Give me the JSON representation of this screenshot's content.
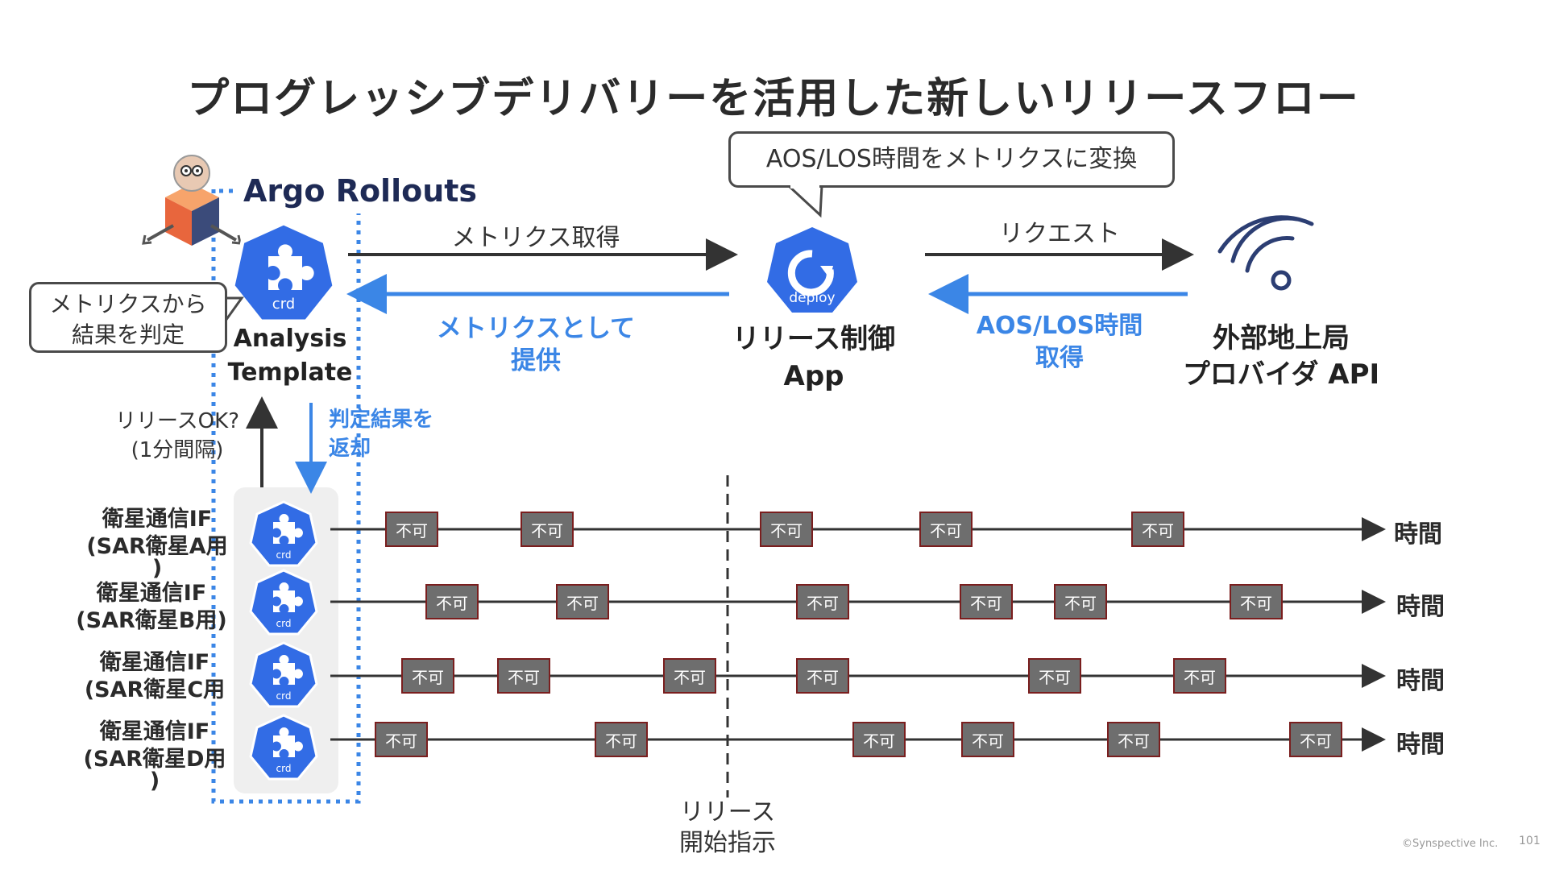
{
  "title": "プログレッシブデリバリーを活用した新しいリリースフロー",
  "argo_label": "Argo Rollouts",
  "speech_top": "AOS/LOS時間をメトリクスに変換",
  "speech_left": [
    "メトリクスから",
    "結果を判定"
  ],
  "analysis": [
    "Analysis",
    "Template"
  ],
  "crd_label": "crd",
  "deploy_label": "deploy",
  "arrow_metrics_get": "メトリクス取得",
  "arrow_metrics_provide": [
    "メトリクスとして",
    "提供"
  ],
  "release_app": [
    "リリース制御",
    "App"
  ],
  "arrow_request": "リクエスト",
  "arrow_aos": [
    "AOS/LOS時間",
    "取得"
  ],
  "provider": [
    "外部地上局",
    "プロバイダ API"
  ],
  "release_ok": [
    "リリースOK?",
    "(1分間隔)"
  ],
  "judge_return": [
    "判定結果を",
    "返却"
  ],
  "release_start": [
    "リリース",
    "開始指示"
  ],
  "box_label": "不可",
  "time_label": "時間",
  "satellites": [
    {
      "lines": [
        "衛星通信IF",
        "(SAR衛星A用",
        ")"
      ]
    },
    {
      "lines": [
        "衛星通信IF",
        "(SAR衛星B用)"
      ]
    },
    {
      "lines": [
        "衛星通信IF",
        "(SAR衛星C用"
      ]
    },
    {
      "lines": [
        "衛星通信IF",
        "(SAR衛星D用",
        ")"
      ]
    }
  ],
  "footer": {
    "copyright": "©Synspective Inc.",
    "page": "101"
  },
  "colors": {
    "blue": "#3b86e6",
    "k8s_blue": "#326ce5",
    "box": "#6e6e6e",
    "box_border": "#7a1e1e",
    "panel": "#efefef"
  }
}
